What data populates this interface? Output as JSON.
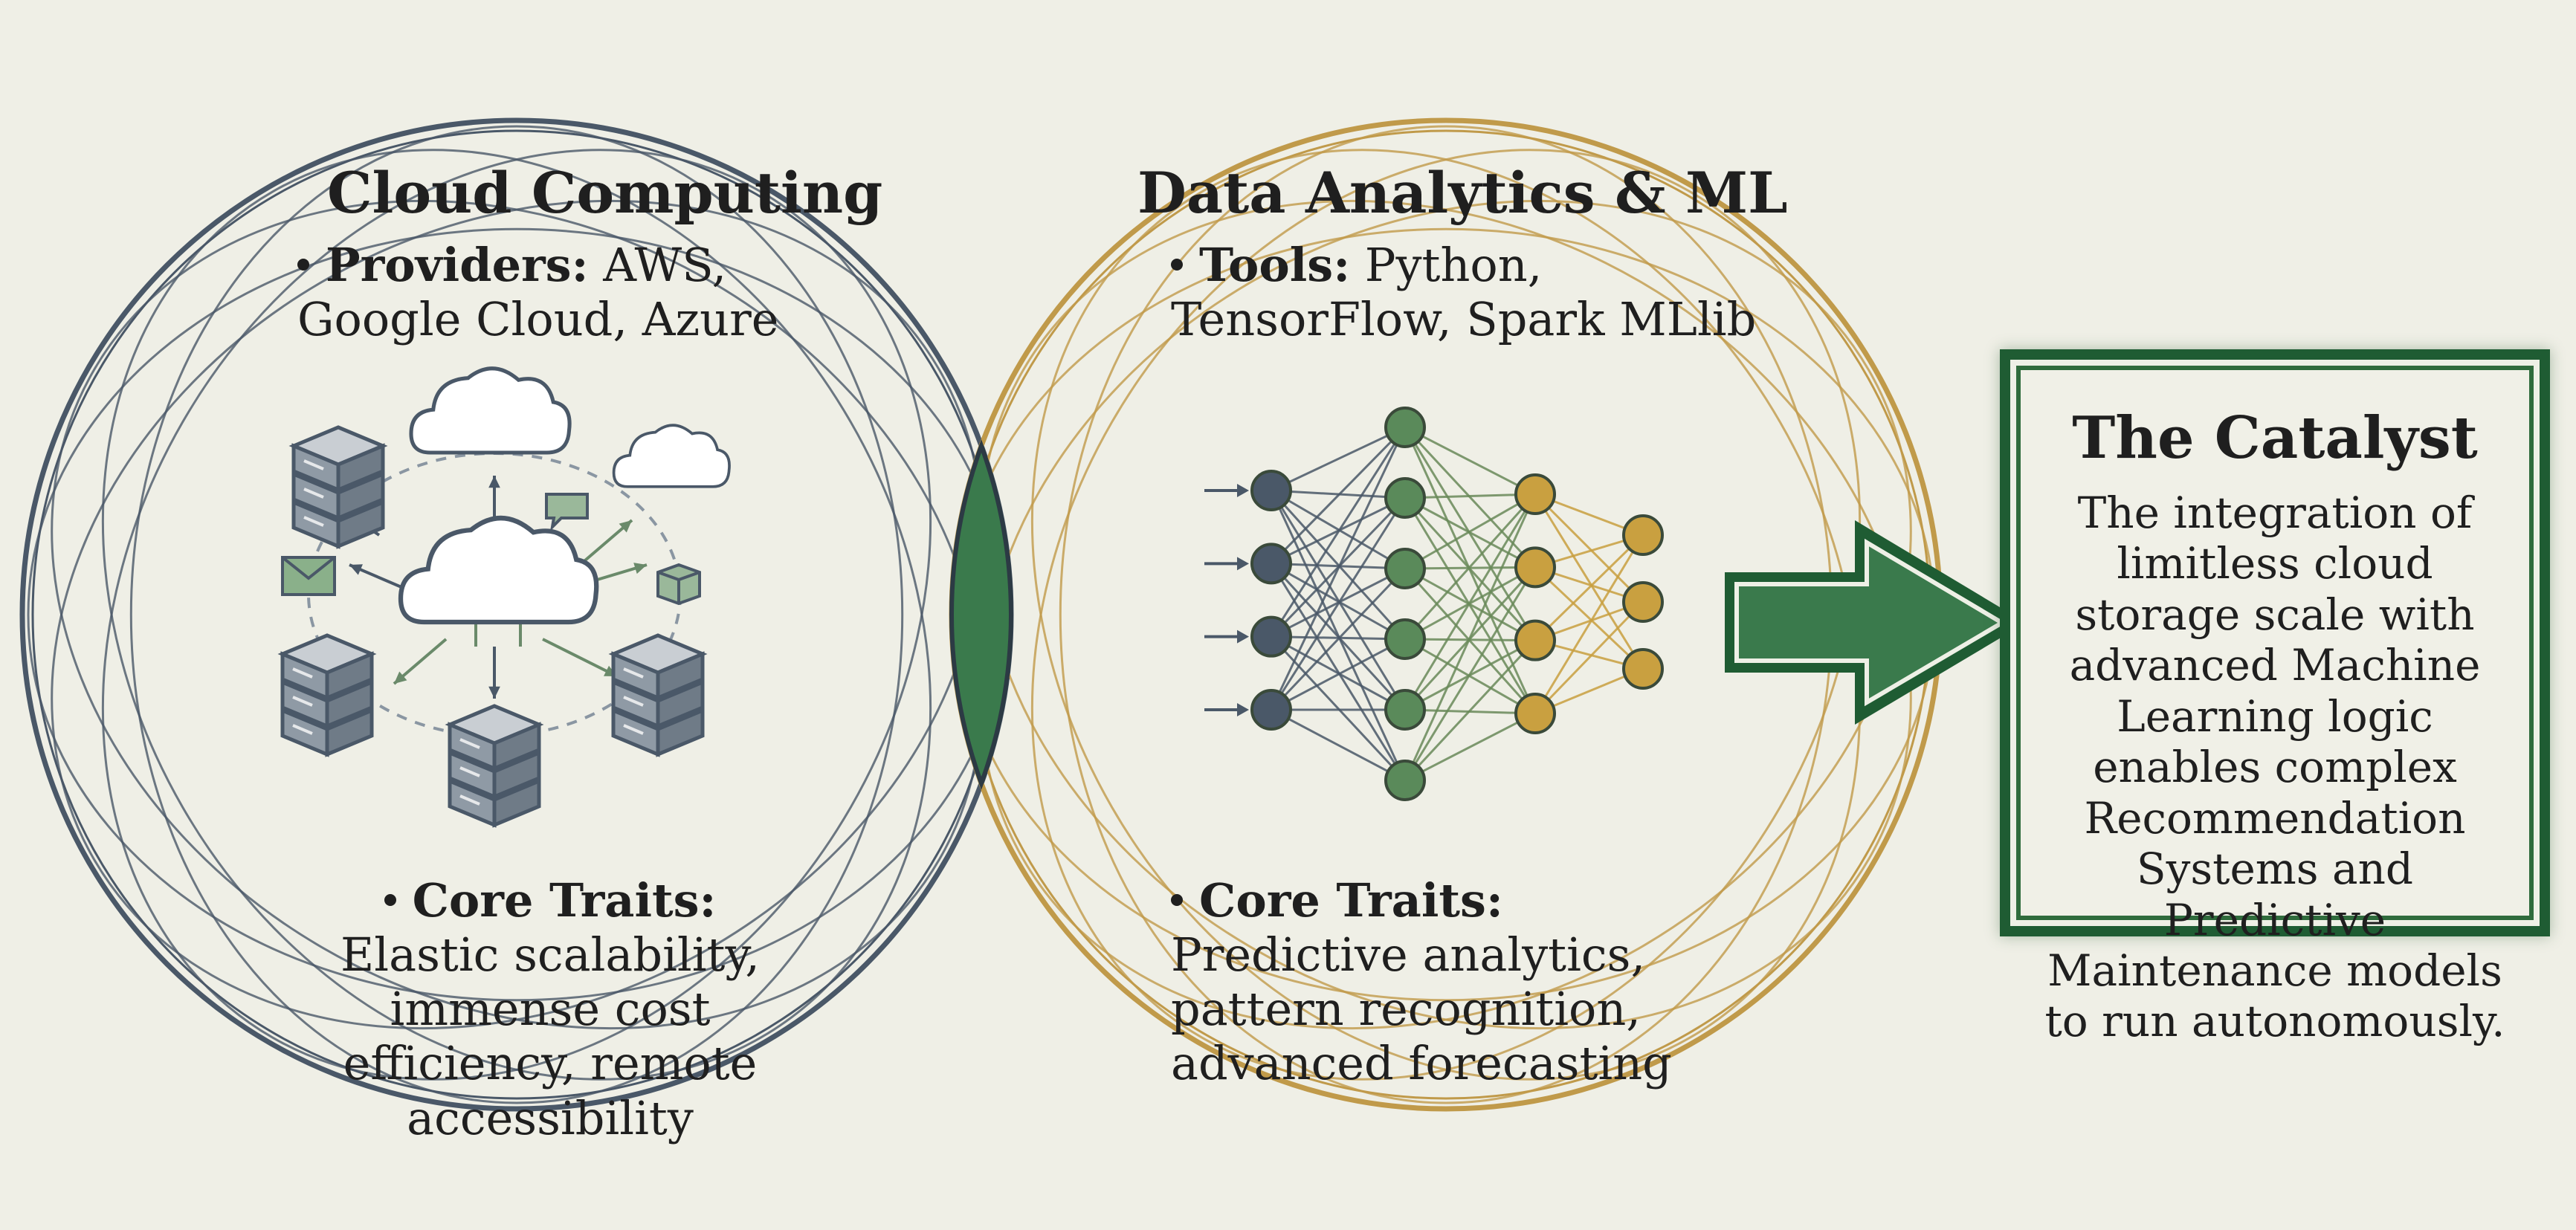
{
  "colors": {
    "background": "#efefe6",
    "cloud_ring": "#4a5868",
    "analytics_ring": "#c09a4a",
    "intersection": "#3a7a4c",
    "arrow": "#3a7a4c",
    "catalyst_border": "#1f5c33",
    "node_green": "#5a8a5a",
    "node_gold": "#c9a040",
    "node_slate": "#4a5868"
  },
  "cloud": {
    "title": "Cloud Computing",
    "providers_label": "Providers:",
    "providers_text": "AWS, Google Cloud, Azure",
    "traits_label": "Core Traits:",
    "traits_text": "Elastic scalability, immense cost efficiency, remote accessibility",
    "icons": [
      "server-stack-icon",
      "cloud-icon",
      "envelope-icon",
      "chat-icon",
      "box-icon"
    ]
  },
  "analytics": {
    "title": "Data Analytics & ML",
    "tools_label": "Tools:",
    "tools_text": "Python, TensorFlow, Spark MLlib",
    "traits_label": "Core Traits:",
    "traits_text": "Predictive analytics, pattern recognition, advanced forecasting",
    "network_layers": [
      4,
      6,
      4,
      3
    ]
  },
  "catalyst": {
    "title": "The Catalyst",
    "body": "The integration of limitless cloud storage scale with advanced Machine Learning logic enables complex Recommendation Systems and Predictive Maintenance models to run autonomously."
  }
}
